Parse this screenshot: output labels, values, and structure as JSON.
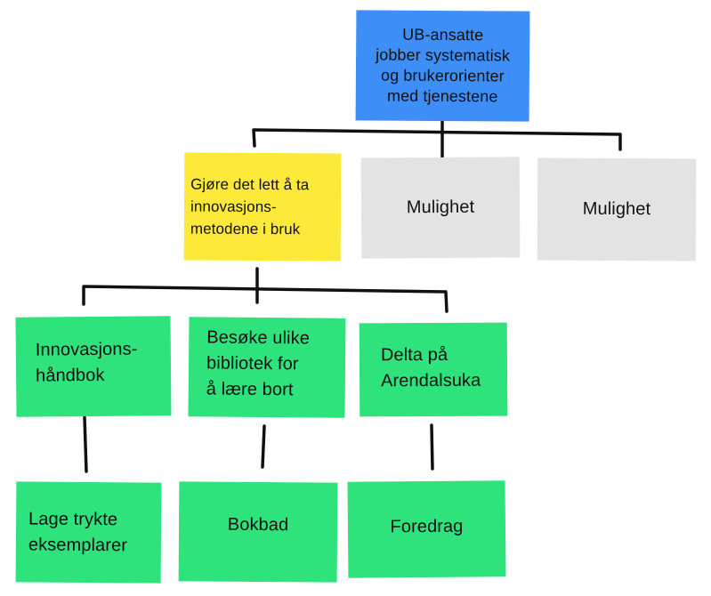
{
  "diagram": {
    "colors": {
      "blue": "#3d8ef6",
      "yellow": "#fde93a",
      "grey": "#e3e3e3",
      "green": "#2ee27c",
      "line": "#111111"
    },
    "root": {
      "text": "UB-ansatte\njobber systematisk\nog brukerorienter\nmed tjenestene"
    },
    "level1": [
      {
        "text": "Gjøre det lett å ta\ninnovasjons-\nmetodene i bruk"
      },
      {
        "text": "Mulighet"
      },
      {
        "text": "Mulighet"
      }
    ],
    "level2": [
      {
        "text": "Innovasjons-\nhåndbok"
      },
      {
        "text": "Besøke ulike\nbibliotek for\nå lære bort"
      },
      {
        "text": "Delta på\nArendalsuka"
      }
    ],
    "level3": [
      {
        "text": "Lage trykte\neksemplarer"
      },
      {
        "text": "Bokbad"
      },
      {
        "text": "Foredrag"
      }
    ]
  }
}
